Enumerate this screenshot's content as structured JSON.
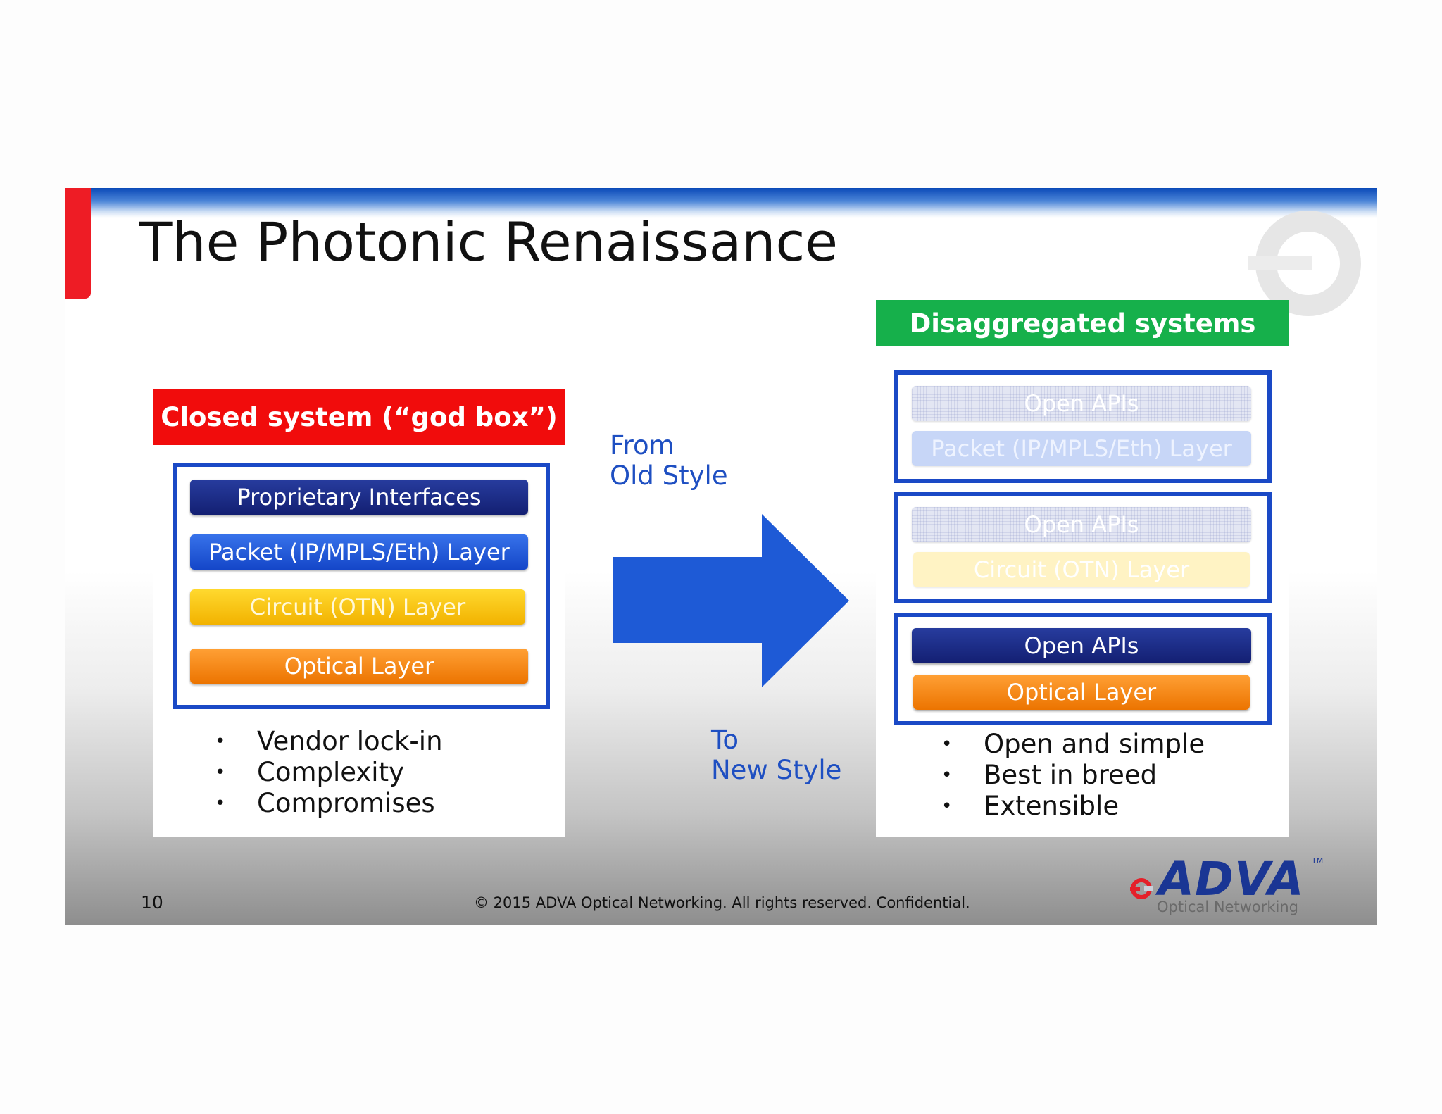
{
  "slide": {
    "title": "The Photonic Renaissance",
    "page_number": "10",
    "copyright": "© 2015 ADVA Optical Networking. All rights reserved. Confidential."
  },
  "left_panel": {
    "header": "Closed system (“god box”)",
    "layers": [
      "Proprietary Interfaces",
      "Packet (IP/MPLS/Eth) Layer",
      "Circuit (OTN) Layer",
      "Optical Layer"
    ],
    "bullets": [
      "Vendor lock-in",
      "Complexity",
      "Compromises"
    ]
  },
  "transition": {
    "from_line1": "From",
    "from_line2": "Old Style",
    "to_line1": "To",
    "to_line2": "New Style"
  },
  "right_panel": {
    "header": "Disaggregated systems",
    "box1": {
      "api": "Open APIs",
      "layer": "Packet (IP/MPLS/Eth) Layer"
    },
    "box2": {
      "api": "Open APIs",
      "layer": "Circuit (OTN) Layer"
    },
    "box3": {
      "api": "Open APIs",
      "layer": "Optical Layer"
    },
    "bullets": [
      "Open and simple",
      "Best in breed",
      "Extensible"
    ]
  },
  "logo": {
    "brand": "ADVA",
    "trademark": "TM",
    "tagline": "Optical Networking"
  },
  "colors": {
    "red": "#f10c0c",
    "green": "#16b04b",
    "blue_border": "#1a49c6",
    "arrow": "#1e5ad6",
    "navy": "#131f72",
    "orange": "#ec7400",
    "yellow": "#f2b200"
  }
}
